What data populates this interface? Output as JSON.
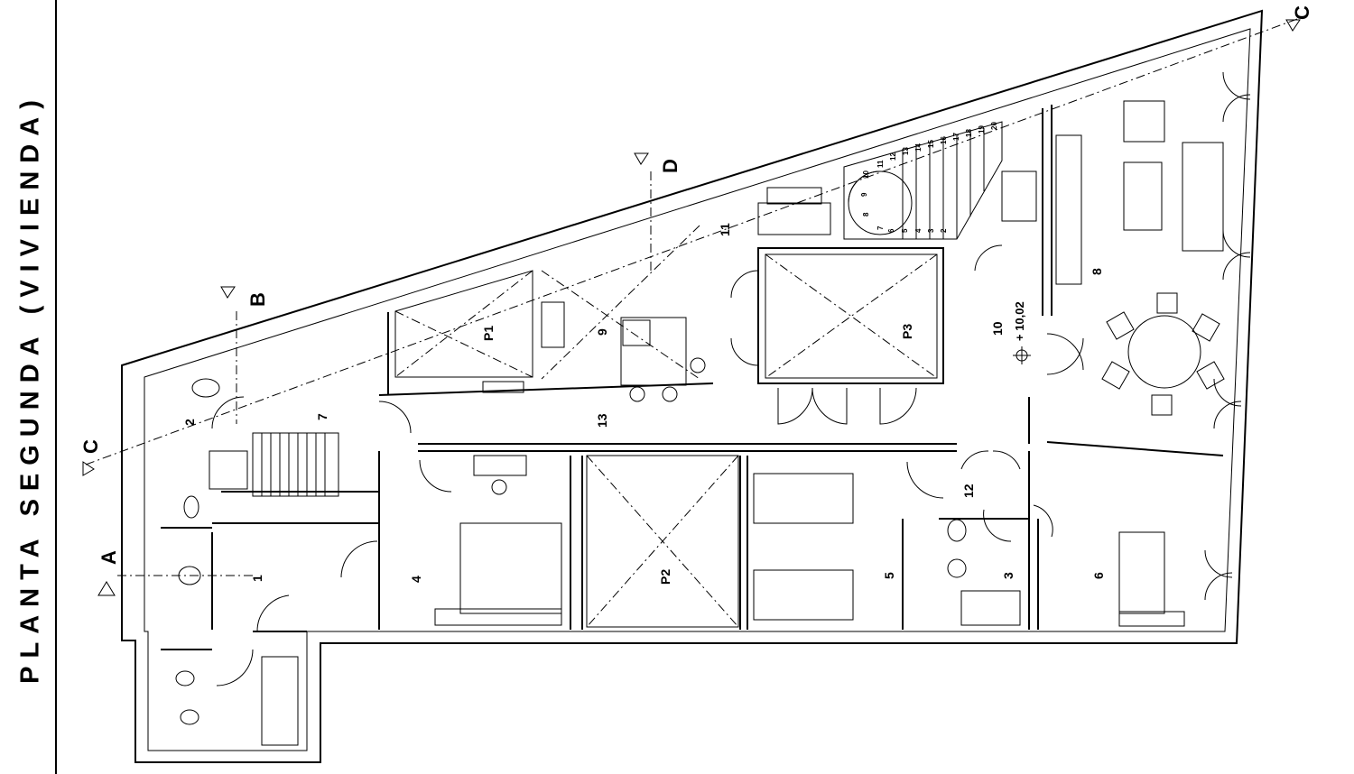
{
  "title": "PLANTA SEGUNDA (VIVIENDA)",
  "room_labels": {
    "r1": "1",
    "r2": "2",
    "r3": "3",
    "r4": "4",
    "r5": "5",
    "r6": "6",
    "r7": "7",
    "r8": "8",
    "r9": "9",
    "r10": "10",
    "r11": "11",
    "r12": "12",
    "r13": "13",
    "p1": "P1",
    "p2": "P2",
    "p3": "P3"
  },
  "level": "+ 10,02",
  "sections": {
    "a": "A",
    "b": "B",
    "c1": "C",
    "c2": "C",
    "d": "D"
  },
  "stair_steps": [
    "2",
    "3",
    "4",
    "5",
    "6",
    "7",
    "8",
    "9",
    "10",
    "11",
    "12",
    "13",
    "14",
    "15",
    "16",
    "17",
    "18",
    "19",
    "20"
  ],
  "colors": {
    "line": "#000000",
    "background": "#ffffff"
  }
}
